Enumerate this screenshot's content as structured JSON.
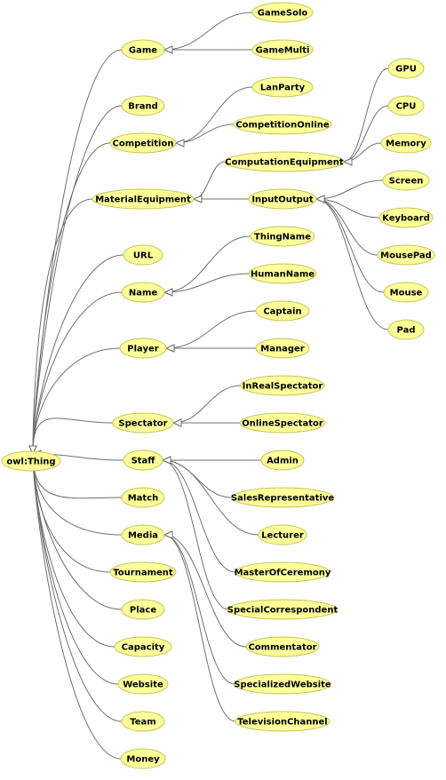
{
  "colors": {
    "node_fill": "#ffff99",
    "node_stroke": "#c4c45a",
    "edge": "#707070",
    "background": "#ffffff"
  },
  "nodes": [
    {
      "id": "owl_thing",
      "label": "owl:Thing"
    },
    {
      "id": "game",
      "label": "Game"
    },
    {
      "id": "gamesolo",
      "label": "GameSolo"
    },
    {
      "id": "gamemulti",
      "label": "GameMulti"
    },
    {
      "id": "brand",
      "label": "Brand"
    },
    {
      "id": "lanparty",
      "label": "LanParty"
    },
    {
      "id": "competition",
      "label": "Competition"
    },
    {
      "id": "competitiononline",
      "label": "CompetitionOnline"
    },
    {
      "id": "gpu",
      "label": "GPU"
    },
    {
      "id": "cpu",
      "label": "CPU"
    },
    {
      "id": "memory",
      "label": "Memory"
    },
    {
      "id": "computationequipment",
      "label": "ComputationEquipment"
    },
    {
      "id": "materialequipment",
      "label": "MaterialEquipment"
    },
    {
      "id": "inputoutput",
      "label": "InputOutput"
    },
    {
      "id": "screen",
      "label": "Screen"
    },
    {
      "id": "keyboard",
      "label": "Keyboard"
    },
    {
      "id": "mousepad",
      "label": "MousePad"
    },
    {
      "id": "mouse",
      "label": "Mouse"
    },
    {
      "id": "pad",
      "label": "Pad"
    },
    {
      "id": "url",
      "label": "URL"
    },
    {
      "id": "thingname",
      "label": "ThingName"
    },
    {
      "id": "name",
      "label": "Name"
    },
    {
      "id": "humanname",
      "label": "HumanName"
    },
    {
      "id": "captain",
      "label": "Captain"
    },
    {
      "id": "player",
      "label": "Player"
    },
    {
      "id": "manager",
      "label": "Manager"
    },
    {
      "id": "inrealspectator",
      "label": "InRealSpectator"
    },
    {
      "id": "spectator",
      "label": "Spectator"
    },
    {
      "id": "onlinespectator",
      "label": "OnlineSpectator"
    },
    {
      "id": "staff",
      "label": "Staff"
    },
    {
      "id": "admin",
      "label": "Admin"
    },
    {
      "id": "match",
      "label": "Match"
    },
    {
      "id": "salesrepresentative",
      "label": "SalesRepresentative"
    },
    {
      "id": "media",
      "label": "Media"
    },
    {
      "id": "lecturer",
      "label": "Lecturer"
    },
    {
      "id": "tournament",
      "label": "Tournament"
    },
    {
      "id": "masterofceremony",
      "label": "MasterOfCeremony"
    },
    {
      "id": "place",
      "label": "Place"
    },
    {
      "id": "specialcorrespondent",
      "label": "SpecialCorrespondent"
    },
    {
      "id": "capacity",
      "label": "Capacity"
    },
    {
      "id": "commentator",
      "label": "Commentator"
    },
    {
      "id": "website",
      "label": "Website"
    },
    {
      "id": "specializedwebsite",
      "label": "SpecializedWebsite"
    },
    {
      "id": "team",
      "label": "Team"
    },
    {
      "id": "televisionchannel",
      "label": "TelevisionChannel"
    },
    {
      "id": "money",
      "label": "Money"
    }
  ],
  "edges": [
    {
      "from": "gamesolo",
      "to": "game"
    },
    {
      "from": "gamemulti",
      "to": "game"
    },
    {
      "from": "lanparty",
      "to": "competition"
    },
    {
      "from": "competitiononline",
      "to": "competition"
    },
    {
      "from": "gpu",
      "to": "computationequipment"
    },
    {
      "from": "cpu",
      "to": "computationequipment"
    },
    {
      "from": "memory",
      "to": "computationequipment"
    },
    {
      "from": "computationequipment",
      "to": "materialequipment"
    },
    {
      "from": "inputoutput",
      "to": "materialequipment"
    },
    {
      "from": "screen",
      "to": "inputoutput"
    },
    {
      "from": "keyboard",
      "to": "inputoutput"
    },
    {
      "from": "mousepad",
      "to": "inputoutput"
    },
    {
      "from": "mouse",
      "to": "inputoutput"
    },
    {
      "from": "pad",
      "to": "inputoutput"
    },
    {
      "from": "thingname",
      "to": "name"
    },
    {
      "from": "humanname",
      "to": "name"
    },
    {
      "from": "captain",
      "to": "player"
    },
    {
      "from": "manager",
      "to": "player"
    },
    {
      "from": "inrealspectator",
      "to": "spectator"
    },
    {
      "from": "onlinespectator",
      "to": "spectator"
    },
    {
      "from": "admin",
      "to": "staff"
    },
    {
      "from": "salesrepresentative",
      "to": "staff"
    },
    {
      "from": "lecturer",
      "to": "staff"
    },
    {
      "from": "masterofceremony",
      "to": "staff"
    },
    {
      "from": "specialcorrespondent",
      "to": "staff"
    },
    {
      "from": "commentator",
      "to": "media"
    },
    {
      "from": "specializedwebsite",
      "to": "media"
    },
    {
      "from": "televisionchannel",
      "to": "media"
    },
    {
      "from": "game",
      "to": "owl_thing"
    },
    {
      "from": "brand",
      "to": "owl_thing"
    },
    {
      "from": "competition",
      "to": "owl_thing"
    },
    {
      "from": "materialequipment",
      "to": "owl_thing"
    },
    {
      "from": "url",
      "to": "owl_thing"
    },
    {
      "from": "name",
      "to": "owl_thing"
    },
    {
      "from": "player",
      "to": "owl_thing"
    },
    {
      "from": "spectator",
      "to": "owl_thing"
    },
    {
      "from": "staff",
      "to": "owl_thing"
    },
    {
      "from": "match",
      "to": "owl_thing"
    },
    {
      "from": "media",
      "to": "owl_thing"
    },
    {
      "from": "tournament",
      "to": "owl_thing"
    },
    {
      "from": "place",
      "to": "owl_thing"
    },
    {
      "from": "capacity",
      "to": "owl_thing"
    },
    {
      "from": "website",
      "to": "owl_thing"
    },
    {
      "from": "team",
      "to": "owl_thing"
    },
    {
      "from": "money",
      "to": "owl_thing"
    }
  ]
}
